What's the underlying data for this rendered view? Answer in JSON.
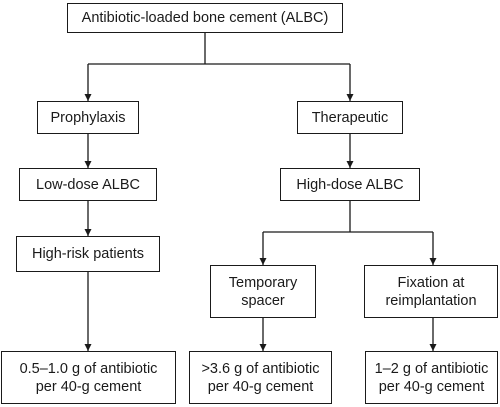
{
  "nodes": {
    "root": {
      "label": "Antibiotic-loaded bone cement (ALBC)"
    },
    "prophylaxis": {
      "label": "Prophylaxis"
    },
    "therapeutic": {
      "label": "Therapeutic"
    },
    "low_dose": {
      "label": "Low-dose ALBC"
    },
    "high_dose": {
      "label": "High-dose ALBC"
    },
    "high_risk": {
      "label": "High-risk patients"
    },
    "temporary_spacer": {
      "line1": "Temporary",
      "line2": "spacer"
    },
    "fixation": {
      "line1": "Fixation at",
      "line2": "reimplantation"
    },
    "dose_low": {
      "line1": "0.5–1.0 g of antibiotic",
      "line2": "per 40-g cement"
    },
    "dose_spacer": {
      "line1": ">3.6 g of antibiotic",
      "line2": "per 40-g cement"
    },
    "dose_fixation": {
      "line1": "1–2 g of antibiotic",
      "line2": "per 40-g cement"
    }
  },
  "colors": {
    "line": "#1a1a1a",
    "background": "#ffffff"
  }
}
